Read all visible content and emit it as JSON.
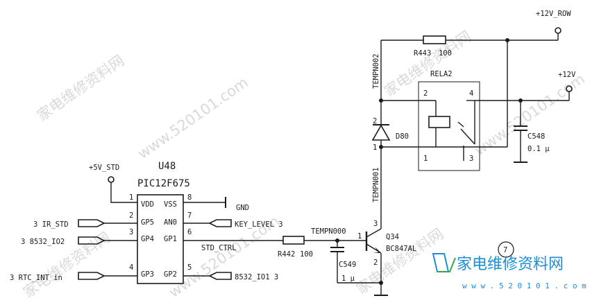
{
  "watermark": {
    "text_cn": "家电维修资料网",
    "text_url": "www.520101.com"
  },
  "logo": {
    "text_cn": "家电维修资料网",
    "text_url": "w w w . 5 2 0 1 0 1 . c o m",
    "colors": {
      "primary": "#1a8fd6",
      "accent": "#2fa84f"
    }
  },
  "power": {
    "v12_row": "+12V_ROW",
    "v12": "+12V",
    "v5_std": "+5V_STD",
    "gnd": "GND"
  },
  "ic": {
    "ref": "U48",
    "part": "PIC12F675",
    "pins": {
      "p1": {
        "num": "1",
        "name": "VDD"
      },
      "p2": {
        "num": "2",
        "name": "GP5"
      },
      "p3": {
        "num": "3",
        "name": "GP4"
      },
      "p4": {
        "num": "4",
        "name": "GP3"
      },
      "p5": {
        "num": "5",
        "name": "GP2"
      },
      "p6": {
        "num": "6",
        "name": "GP1"
      },
      "p7": {
        "num": "7",
        "name": "AN0"
      },
      "p8": {
        "num": "8",
        "name": "VSS"
      }
    }
  },
  "signals": {
    "ir_std": "3 IR_STD",
    "io2": "3 8532_IO2",
    "rtc_int": "3 RTC_INT in",
    "key_level": "KEY_LEVEL 3",
    "io1": "8532_IO1 3",
    "std_ctrl": "STD_CTRL"
  },
  "parts": {
    "r443": {
      "ref": "R443",
      "value": "100"
    },
    "r442": {
      "ref": "R442",
      "value": "100"
    },
    "rela2": {
      "ref": "RELA2",
      "pin1": "1",
      "pin2": "2",
      "pin3": "3",
      "pin4": "4"
    },
    "c548": {
      "ref": "C548",
      "value": "0.1 μ"
    },
    "c549": {
      "ref": "C549",
      "value": "1 μ"
    },
    "d80": {
      "ref": "D80",
      "pin1": "1",
      "pin2": "2"
    },
    "q34": {
      "ref": "Q34",
      "value": "BC847AL",
      "pin1": "1",
      "pin2": "2",
      "pin3": "3"
    }
  },
  "nets": {
    "tempn002": "TEMPN002",
    "tempn001": "TEMPN001",
    "tempn000": "TEMPN000"
  },
  "marker": "7"
}
